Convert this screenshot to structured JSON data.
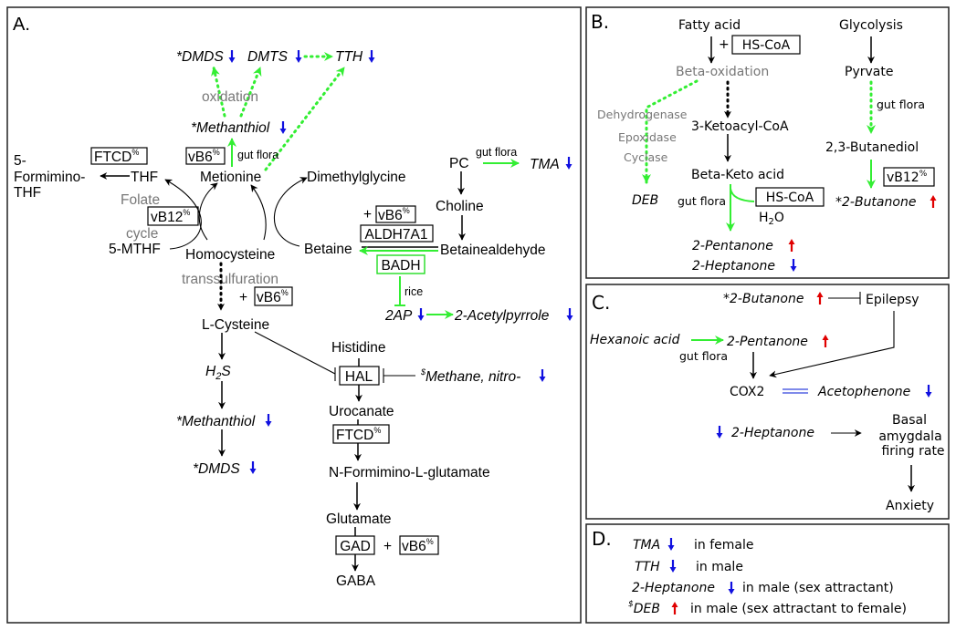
{
  "colors": {
    "activation_green": "#33ee33",
    "decrease_blue": "#1010e0",
    "increase_red": "#e00000",
    "process_gray": "#777777",
    "cox2_link_blue": "#3344dd"
  },
  "icons": {
    "decrease": "blue-down-arrow-icon",
    "increase": "red-up-arrow-icon"
  },
  "panels": {
    "a": "A.",
    "b": "B.",
    "c": "C.",
    "d": "D."
  },
  "common": {
    "pct": "%",
    "plus": "+",
    "star": "*",
    "dollar": "$",
    "two": "2",
    "gut_flora": "gut flora"
  },
  "a": {
    "dmds_top": "DMDS",
    "dmts": "DMTS",
    "tth": "TTH",
    "oxidation": "oxidation",
    "methanthiol": "Methanthiol",
    "ftcd": "FTCD",
    "vb6": "vB6",
    "vb12": "vB12",
    "five": "5-",
    "formimino": "Formimino-",
    "thf_left": "THF",
    "thf": "THF",
    "metionine": "Metionine",
    "dimethylglycine": "Dimethylglycine",
    "folate": "Folate",
    "cycle": "cycle",
    "mthf": "5-MTHF",
    "homocysteine": "Homocysteine",
    "betaine": "Betaine",
    "betainealdehyde": "Betainealdehyde",
    "aldh": "ALDH7A1",
    "badh": "BADH",
    "rice": "rice",
    "pc": "PC",
    "tma": "TMA",
    "choline": "Choline",
    "transsulfuration": "transsulfuration",
    "lcysteine": "L-Cysteine",
    "ap2": "2AP",
    "acetylpyrrole": "2-Acetylpyrrole",
    "h": "H",
    "s": "S",
    "dmds_bottom": "DMDS",
    "histidine": "Histidine",
    "hal": "HAL",
    "methane": "Methane, nitro-",
    "urocanate": "Urocanate",
    "nformimino": "N-Formimino-L-glutamate",
    "glutamate": "Glutamate",
    "gad": "GAD",
    "gaba": "GABA"
  },
  "b": {
    "fatty_acid": "Fatty acid",
    "hscoa": "HS-CoA",
    "beta_oxidation": "Beta-oxidation",
    "ketoacyl": "3-Ketoacyl-CoA",
    "beta_keto": "Beta-Keto acid",
    "h": "H",
    "o": "O",
    "pentanone": "2-Pentanone",
    "heptanone": "2-Heptanone",
    "dehydrogenase": "Dehydrogenase",
    "epoxidase": "Epoxidase",
    "cyclase": "Cyclase",
    "deb": "DEB",
    "glycolysis": "Glycolysis",
    "pyrvate": "Pyrvate",
    "butanediol": "2,3-Butanediol",
    "vb12": "vB12",
    "butanone": "2-Butanone"
  },
  "c": {
    "butanone": "2-Butanone",
    "epilepsy": "Epilepsy",
    "hexanoic": "Hexanoic acid",
    "pentanone": "2-Pentanone",
    "cox2": "COX2",
    "acetophenone": "Acetophenone",
    "heptanone": "2-Heptanone",
    "basal": "Basal",
    "amygdala": "amygdala",
    "firing": "firing rate",
    "anxiety": "Anxiety"
  },
  "d": {
    "rows": [
      {
        "compound": "TMA",
        "trend": "decrease",
        "note": "in female"
      },
      {
        "compound": "TTH",
        "trend": "decrease",
        "note": "in male"
      },
      {
        "compound": "2-Heptanone",
        "trend": "decrease",
        "note": "in male (sex attractant)"
      },
      {
        "compound": "DEB",
        "trend": "increase",
        "note": "in male (sex attractant to female)"
      }
    ]
  }
}
